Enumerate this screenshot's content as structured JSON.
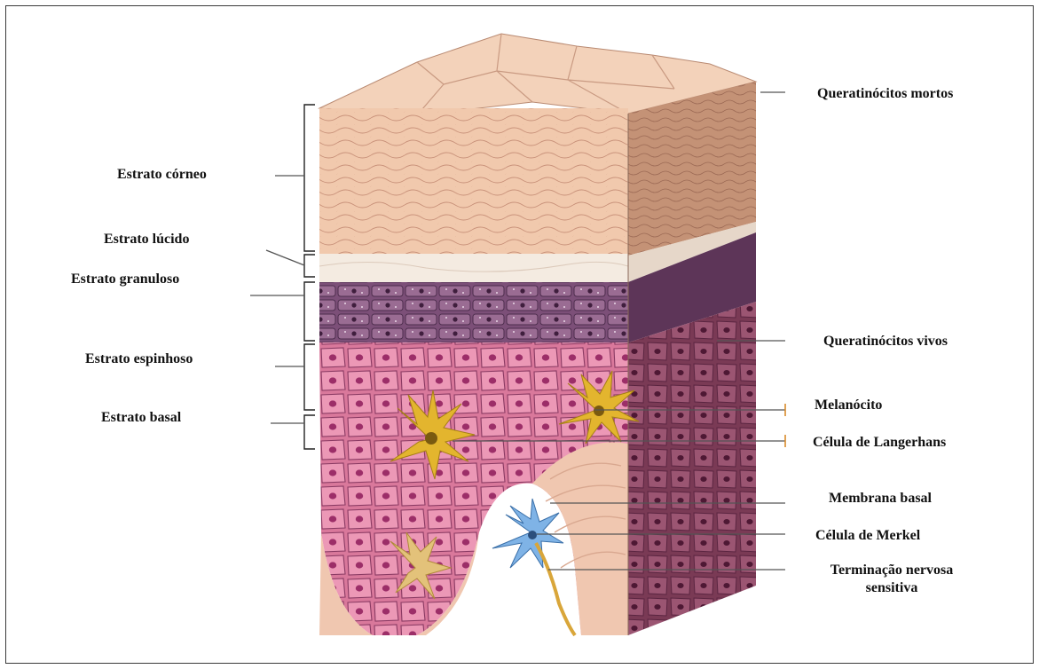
{
  "labels": {
    "estrato_corneo": "Estrato córneo",
    "estrato_lucido": "Estrato lúcido",
    "estrato_granuloso": "Estrato granuloso",
    "estrato_espinhoso": "Estrato espinhoso",
    "estrato_basal": "Estrato basal",
    "queratinocitos_mortos": "Queratinócitos mortos",
    "queratinocitos_vivos": "Queratinócitos vivos",
    "melanocito": "Melanócito",
    "celula_langerhans": "Célula de Langerhans",
    "membrana_basal": "Membrana basal",
    "celula_merkel": "Célula de Merkel",
    "terminacao_linha1": "Terminação nervosa",
    "terminacao_linha2": "sensitiva"
  },
  "colors": {
    "corneum": "#f1c9ad",
    "corneum_side": "#c49276",
    "lucidum": "#f4ebe1",
    "granulosum": "#7c4f78",
    "spinosum": "#e58aa8",
    "cell_border": "#8a3a63",
    "nucleus": "#9c2e68",
    "side_dark": "#8c4a63",
    "dermis": "#f0c7b0",
    "melanocyte": "#e3b52e",
    "merkel": "#7fb3e6",
    "nerve": "#d9a63a",
    "line": "#555555"
  }
}
